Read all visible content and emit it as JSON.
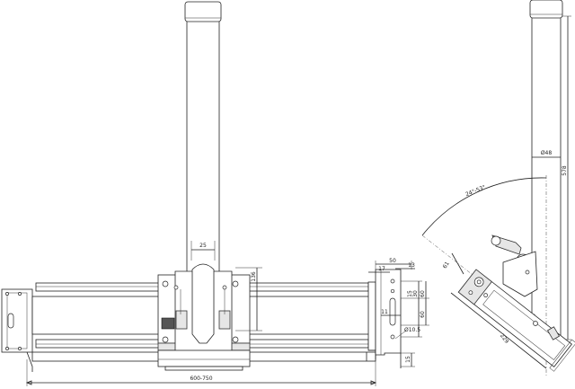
{
  "dimensions": {
    "total_width": "600-750",
    "pole_width": "25",
    "bracket_height": "136",
    "plate_50": "50",
    "plate_17": "17",
    "plate_13": "13",
    "plate_30": "30",
    "plate_15": "15",
    "plate_60_top": "60",
    "plate_11": "11",
    "plate_60_bottom": "60",
    "hole_diameter": "Ø10.5",
    "plate_15_bottom": "15",
    "pole_diameter": "Ø48",
    "pole_length": "578",
    "tilt_angle": "24°-53°",
    "arm_61": "61",
    "arm_229": "229"
  }
}
